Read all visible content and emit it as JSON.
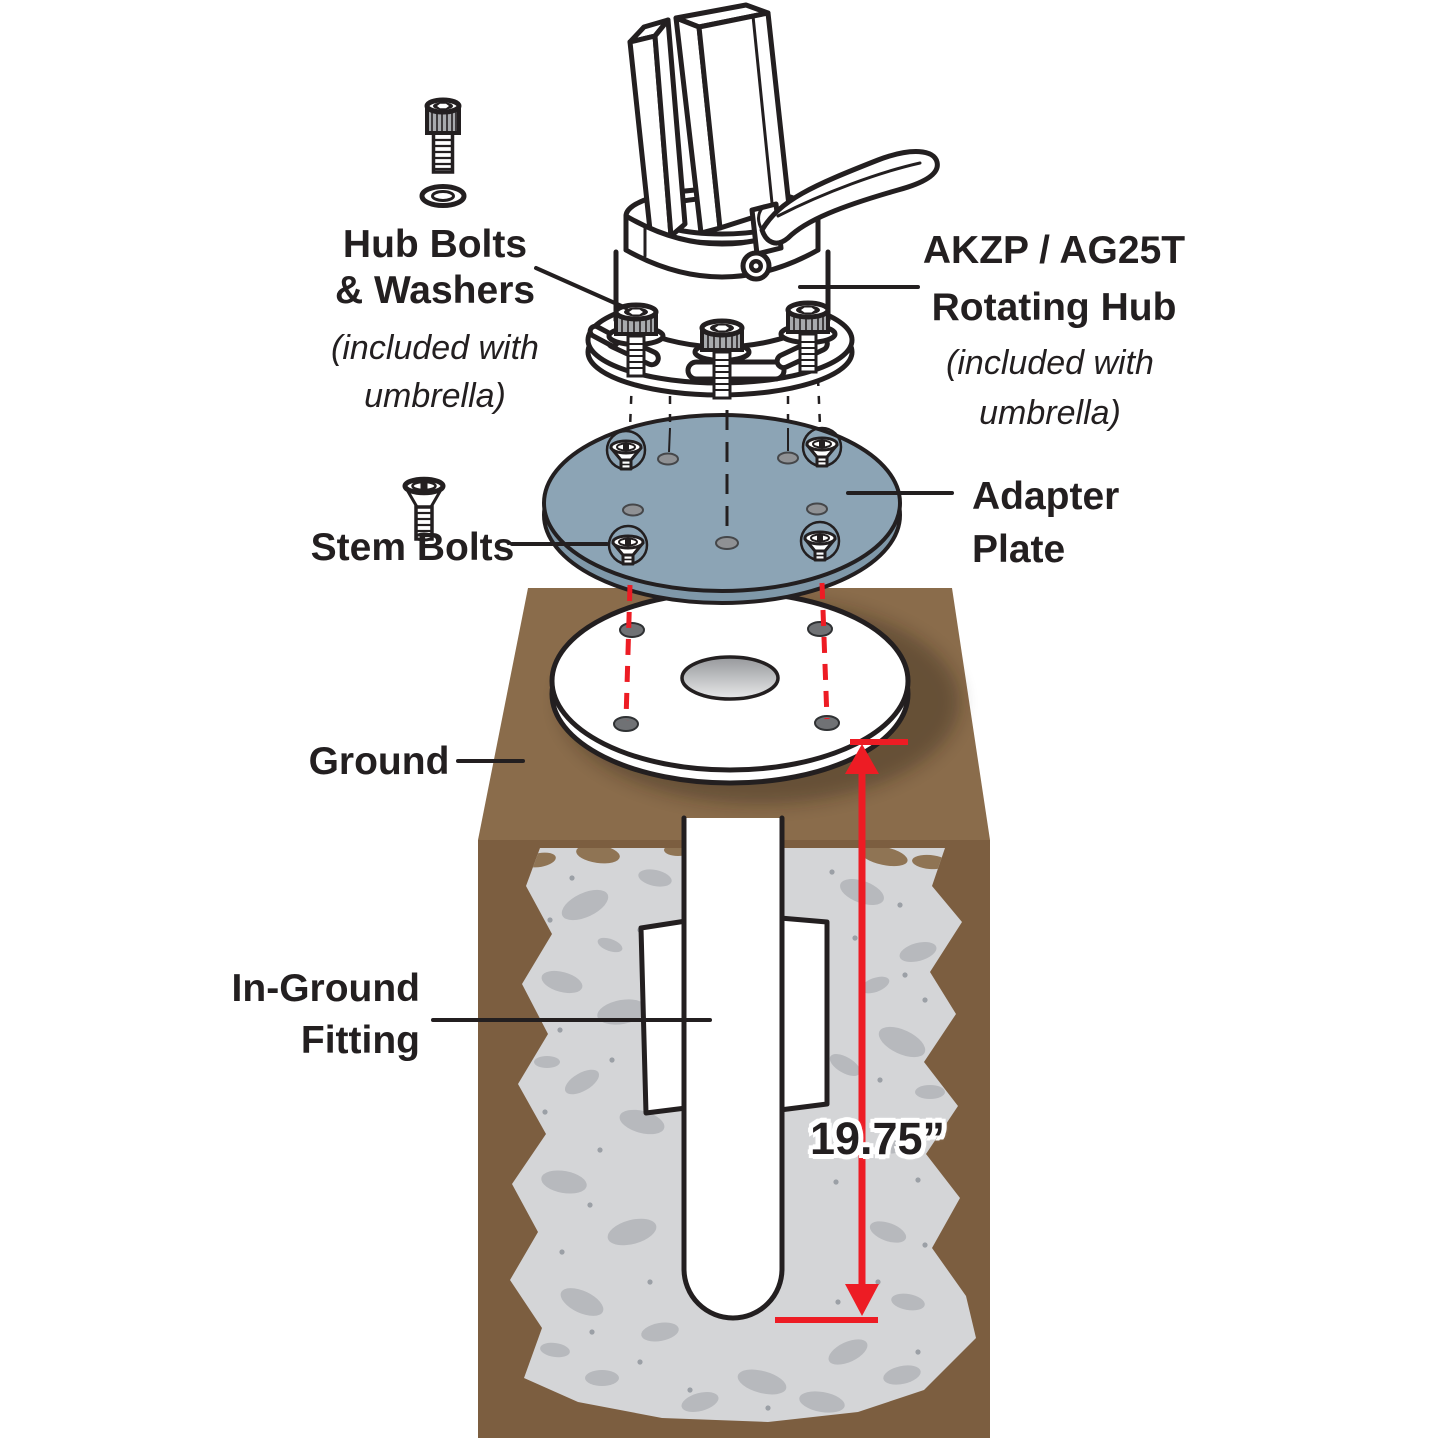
{
  "diagram": {
    "type": "umbrella-in-ground-mount-installation-exploded-view",
    "labels": {
      "hub_bolts": {
        "line1": "Hub Bolts",
        "line2": "& Washers"
      },
      "included_note": {
        "line1": "(included with",
        "line2": "umbrella)"
      },
      "rotating_hub": {
        "line1": "AKZP / AG25T",
        "line2": "Rotating Hub"
      },
      "adapter_plate": {
        "line1": "Adapter",
        "line2": "Plate"
      },
      "stem_bolts": "Stem Bolts",
      "ground": "Ground",
      "in_ground_fitting": {
        "line1": "In-Ground",
        "line2": "Fitting"
      },
      "depth": "19.75”"
    },
    "colors": {
      "outline": "#231f20",
      "red": "#ed1c24",
      "plate_top": "#8ca4b5",
      "plate_rim": "#7f98a9",
      "ground_top": "#8a6c4b",
      "ground_front": "#7c5e40",
      "concrete": "#d4d5d7",
      "pebble": "#b7b9bd",
      "pebble_brown": "#8f7454",
      "steel_gray": "#a8aaad",
      "hole_dark": "#707275"
    }
  }
}
